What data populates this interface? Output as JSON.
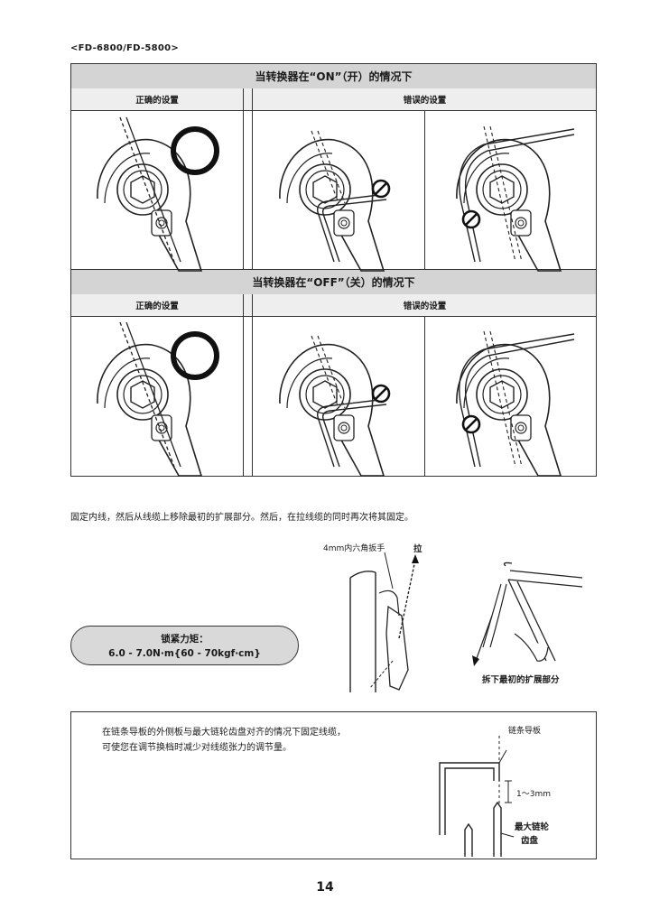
{
  "header": {
    "model": "<FD-6800/FD-5800>"
  },
  "table_on": {
    "title": "当转换器在“ON”（开）的情况下",
    "correct_label": "正确的设置",
    "wrong_label": "错误的设置"
  },
  "table_off": {
    "title": "当转换器在“OFF”（关）的情况下",
    "correct_label": "正确的设置",
    "wrong_label": "错误的设置"
  },
  "instruction": "固定内线，然后从线缆上移除最初的扩展部分。然后，在拉线缆的同时再次将其固定。",
  "figure_labels": {
    "wrench": "4mm内六角扳手",
    "pull": "拉",
    "remove_extension": "拆下最初的扩展部分"
  },
  "torque": {
    "label": "锁紧力矩：",
    "value": "6.0 - 7.0N·m{60 - 70kgf·cm}"
  },
  "note": {
    "line1": "在链条导板的外侧板与最大链轮齿盘对齐的情况下固定线缆，",
    "line2": "可使您在调节换档时减少对线缆张力的调节量。",
    "chain_guide": "链条导板",
    "gap": "1～3mm",
    "largest_sprocket_1": "最大链轮",
    "largest_sprocket_2": "齿盘"
  },
  "page_number": "14"
}
